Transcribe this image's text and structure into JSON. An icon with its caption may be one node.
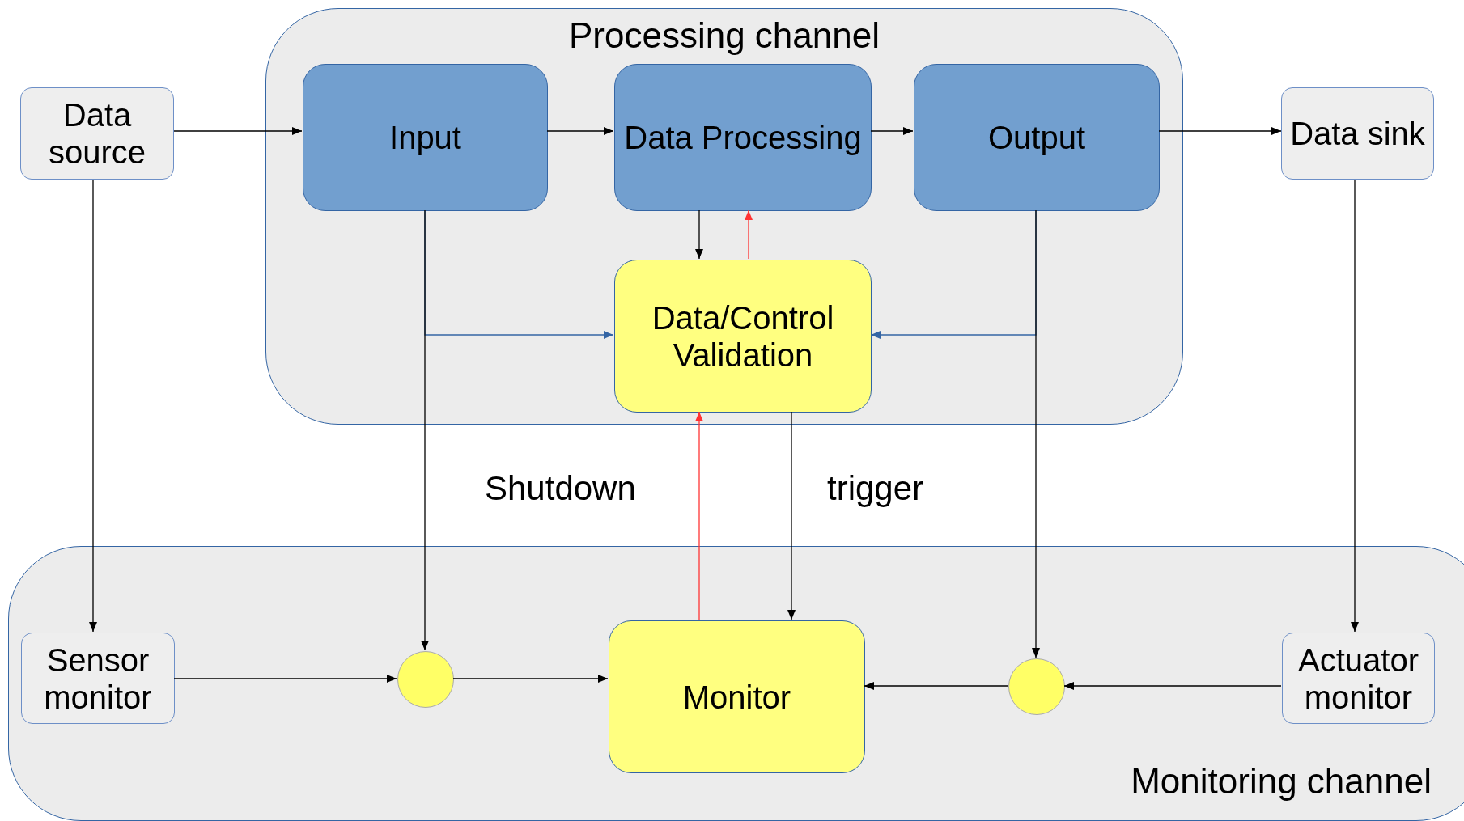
{
  "diagram": {
    "nodes": [
      {
        "text": [
          "Processing channel"
        ]
      },
      {
        "text": [
          "Data source"
        ]
      },
      {
        "text": [
          "Input"
        ],
        "in": 0
      },
      {
        "text": [
          "Data Processing"
        ],
        "in": 0
      },
      {
        "text": [
          "Output"
        ],
        "in": 0
      },
      {
        "text": [
          "Data sink"
        ]
      },
      {
        "text": [
          "Data/Control Validation"
        ],
        "in": 0
      },
      {
        "text": [
          "Monitoring channel"
        ]
      },
      {
        "text": [
          "Sensor monitor"
        ],
        "in": 7
      },
      {
        "text": [],
        "shape": "circle",
        "in": 7
      },
      {
        "text": [
          "Monitor"
        ],
        "in": 7
      },
      {
        "text": [],
        "shape": "circle",
        "in": 7
      },
      {
        "text": [
          "Actuator monitor"
        ],
        "in": 7
      }
    ],
    "edges": [
      {
        "from": 1,
        "to": 2,
        "arrow": "to"
      },
      {
        "from": 2,
        "to": 3,
        "arrow": "to"
      },
      {
        "from": 3,
        "to": 4,
        "arrow": "to"
      },
      {
        "from": 4,
        "to": 5,
        "arrow": "to"
      },
      {
        "from": 3,
        "to": 6,
        "arrow": "to"
      },
      {
        "from": 6,
        "to": 3,
        "arrow": "to",
        "color": "#ff3333"
      },
      {
        "from": 2,
        "to": 6,
        "arrow": "to",
        "color": "#3465a4"
      },
      {
        "from": 4,
        "to": 6,
        "arrow": "to",
        "color": "#3465a4"
      },
      {
        "from": 2,
        "to": 9,
        "arrow": "to"
      },
      {
        "from": 4,
        "to": 11,
        "arrow": "to"
      },
      {
        "from": 1,
        "to": 8,
        "arrow": "to"
      },
      {
        "from": 5,
        "to": 12,
        "arrow": "to"
      },
      {
        "from": 8,
        "to": 9,
        "arrow": "to"
      },
      {
        "from": 9,
        "to": 10,
        "arrow": "to"
      },
      {
        "from": 11,
        "to": 10,
        "arrow": "to"
      },
      {
        "from": 12,
        "to": 11,
        "arrow": "to"
      },
      {
        "from": 10,
        "to": 6,
        "arrow": "to",
        "color": "#ff3333",
        "label": "Shutdown"
      },
      {
        "from": 6,
        "to": 10,
        "arrow": "to",
        "label": "trigger"
      }
    ]
  }
}
